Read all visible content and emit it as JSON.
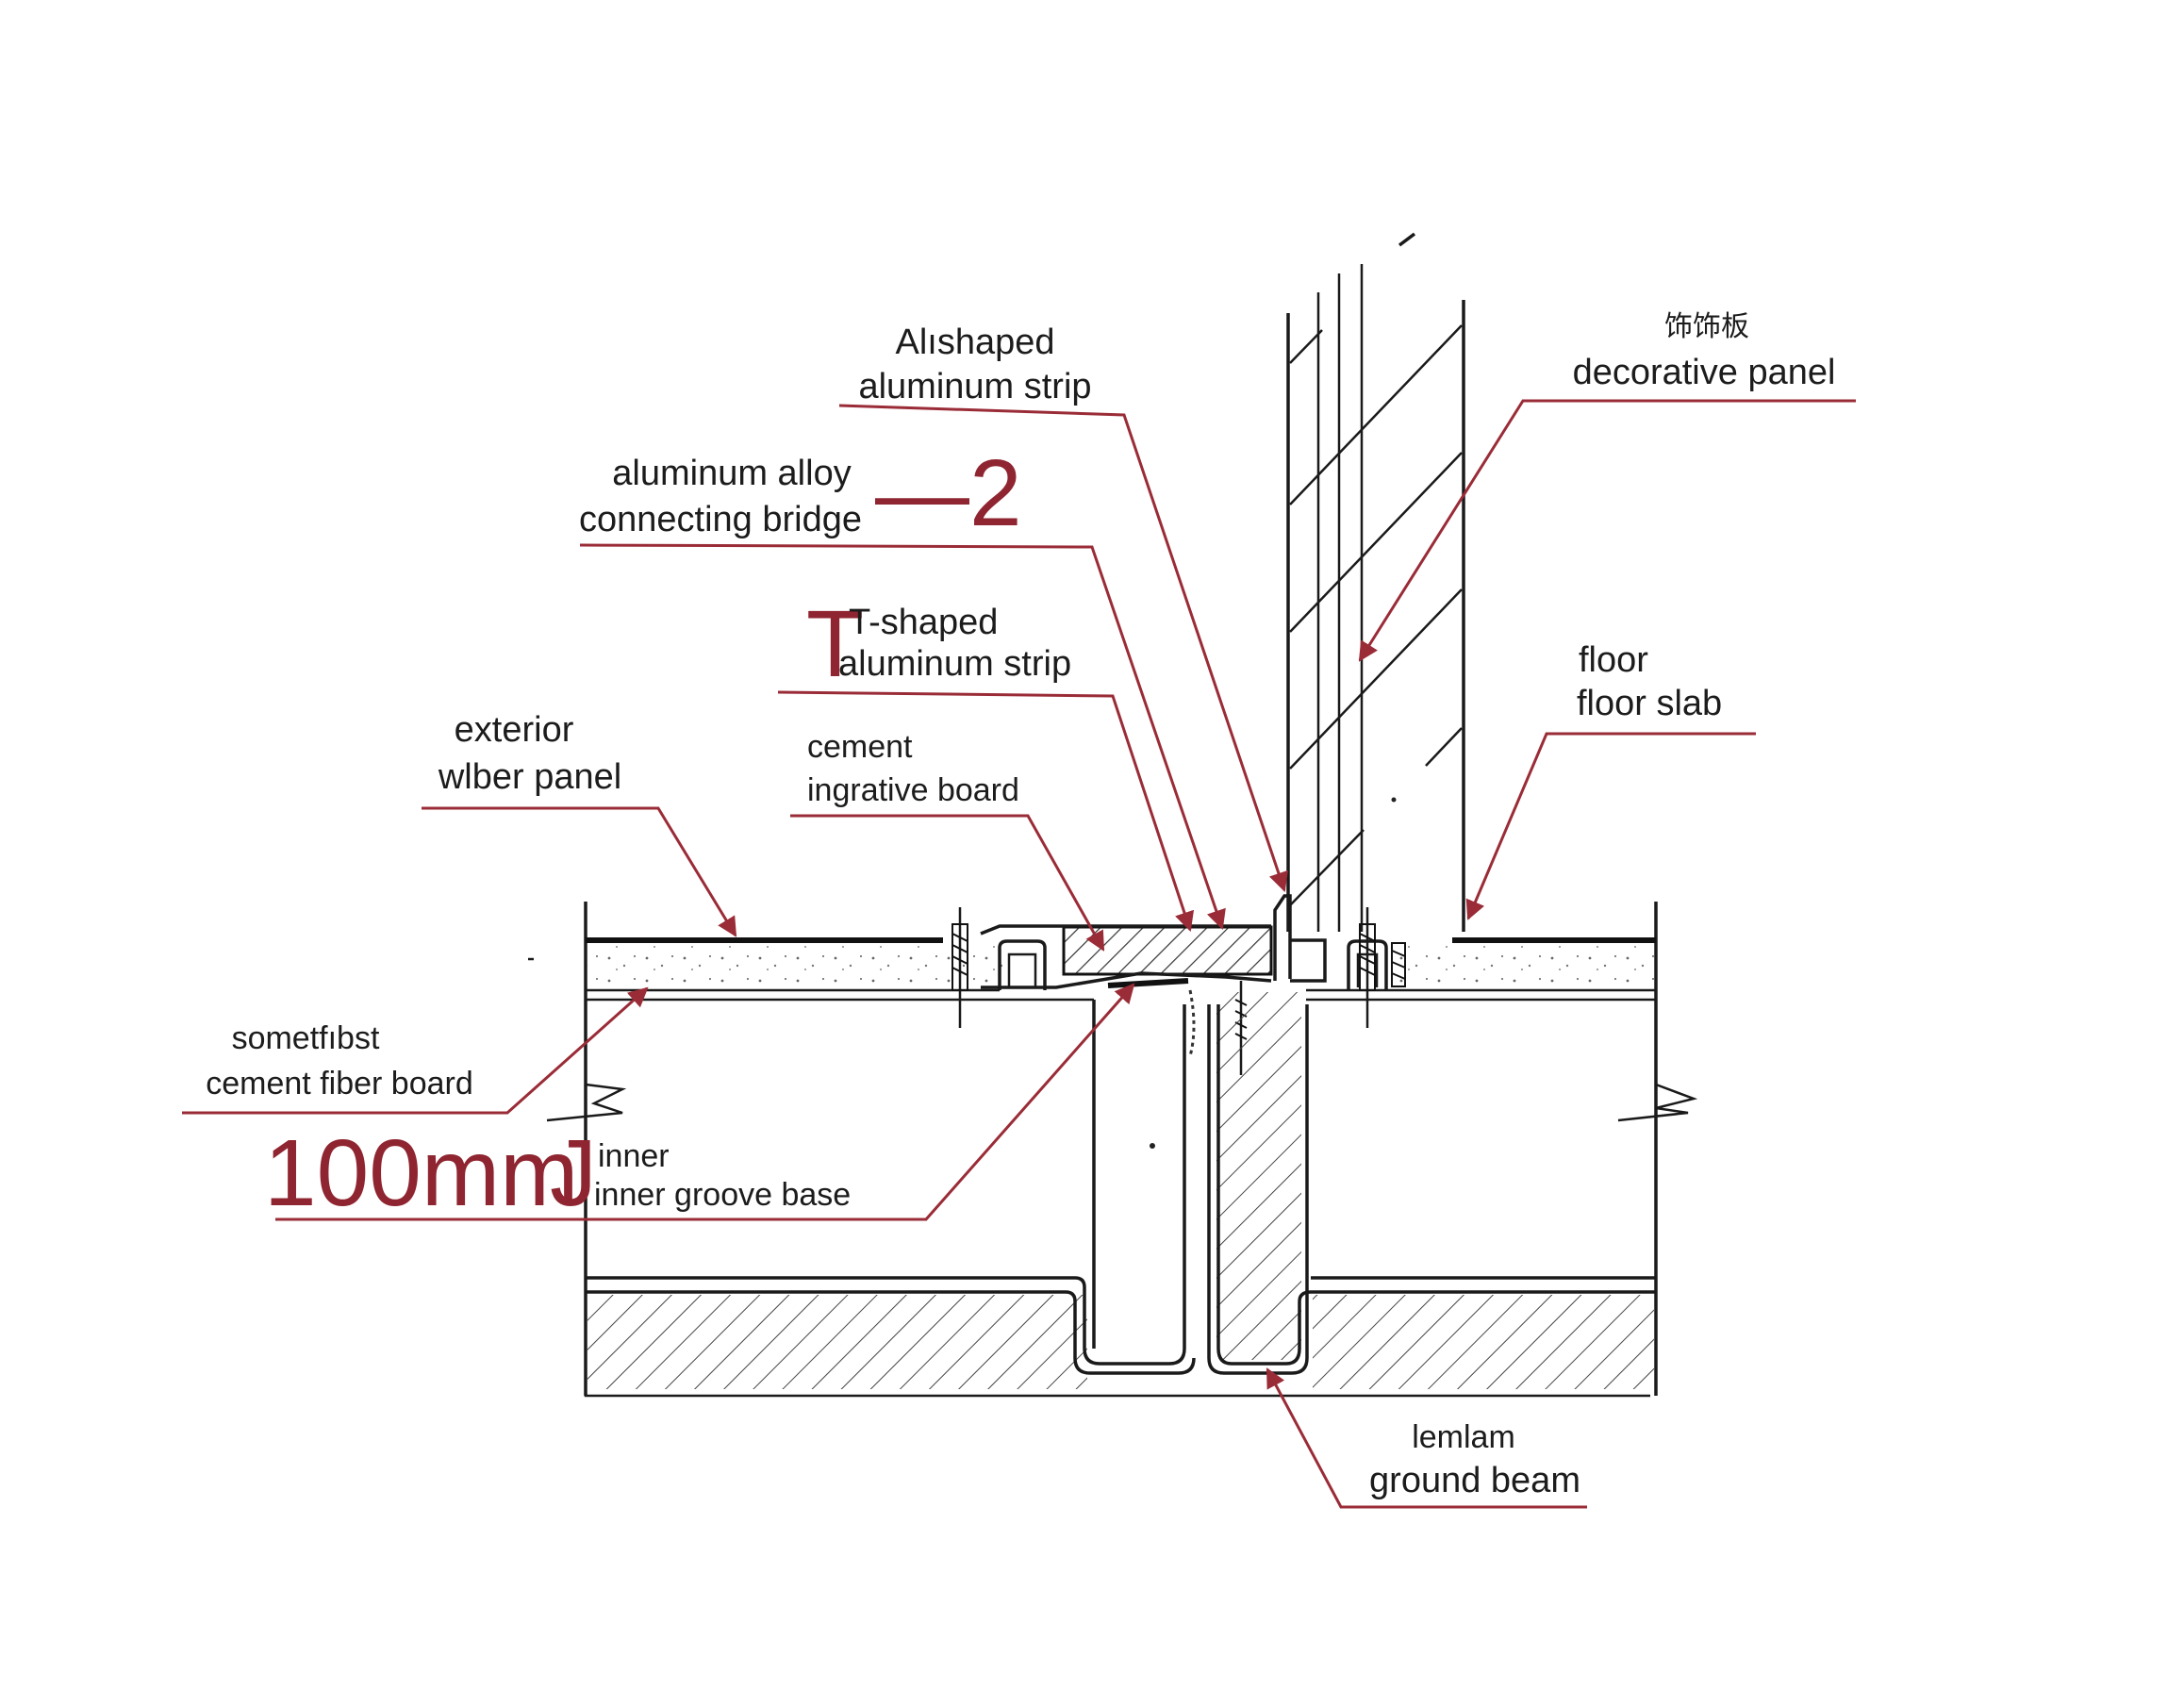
{
  "colors": {
    "line_ink": "#1a1a1a",
    "leader_red": "#9a2c37",
    "callout_red": "#8f2530",
    "background": "#ffffff"
  },
  "labels": {
    "l_shaped_strip": [
      "Alıshaped",
      "aluminum strip"
    ],
    "connecting_bridge": [
      "aluminum alloy",
      "connecting bridge"
    ],
    "bridge_number": "—2",
    "t_shaped_strip_mark": "T",
    "t_shaped_strip": [
      "T-shaped",
      "aluminum strip"
    ],
    "decorative_panel": [
      "饰饰板",
      "decorative panel"
    ],
    "floor_slab": [
      "floor",
      "floor slab"
    ],
    "exterior_panel": [
      "exterior",
      "wlber panel"
    ],
    "insulation_board": [
      "cement",
      "ingrative board"
    ],
    "cement_fiber_board": [
      "sometfıbst",
      "cement fiber board"
    ],
    "dimension": "100mm",
    "dimension_mark": "J",
    "groove_base": [
      "inner",
      "inner groove base"
    ],
    "ground_beam": [
      "lemlam",
      "ground beam"
    ]
  }
}
